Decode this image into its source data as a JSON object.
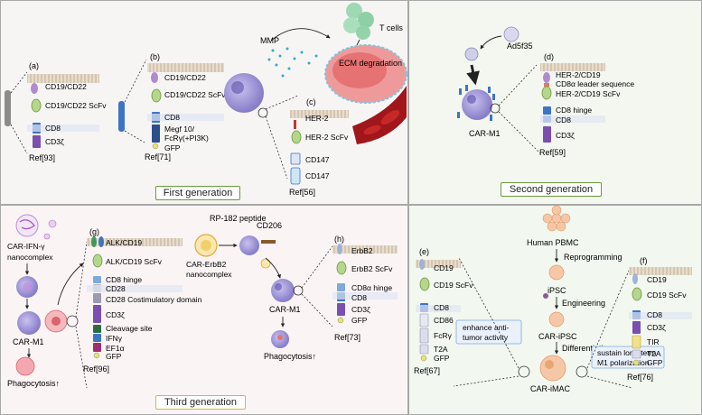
{
  "first": {
    "title": "First generation",
    "a": {
      "tag": "(a)",
      "lines": [
        "CD19/CD22",
        "CD19/CD22 ScFv",
        "CD8",
        "CD3ζ"
      ],
      "ref": "Ref[93]"
    },
    "b": {
      "tag": "(b)",
      "lines": [
        "CD19/CD22",
        "CD19/CD22 ScFv",
        "CD8",
        "Megf 10/",
        "FcRγ(+PI3K)",
        "GFP"
      ],
      "ref": "Ref[71]"
    },
    "c": {
      "tag": "(c)",
      "lines": [
        "HER-2",
        "HER-2 ScFv",
        "CD147",
        "CD147"
      ],
      "ref": "Ref[56]"
    },
    "mmp": "MMP",
    "tcells": "T cells",
    "ecm": "ECM degradation"
  },
  "second": {
    "title": "Second generation",
    "ad": "Ad5f35",
    "cell": "CAR-M1",
    "d": {
      "tag": "(d)",
      "lines": [
        "HER-2/CD19",
        "CD8α leader sequence",
        "HER-2/CD19 ScFv",
        "CD8 hinge",
        "CD8",
        "CD3ζ"
      ],
      "ref": "Ref[59]"
    }
  },
  "third": {
    "title": "Third generation",
    "nano": [
      "CAR-IFN-γ",
      "nanocomplex"
    ],
    "carm1": "CAR-M1",
    "phago": "Phagocytosis↑",
    "g": {
      "tag": "(g)",
      "lines": [
        "ALK/CD19",
        "ALK/CD19 ScFv",
        "CD8 hinge",
        "CD28",
        "CD28 Costimulatory domain",
        "CD3ζ",
        "Cleavage site",
        "IFNγ",
        "EF1α",
        "GFP"
      ],
      "ref": "Ref[96]"
    },
    "peptide": "RP-182 peptide",
    "cd206": "CD206",
    "erb": [
      "CAR-ErbB2",
      "nanocomplex"
    ],
    "carm1b": "CAR-M1",
    "phago2": "Phagocytosis↑",
    "h": {
      "tag": "(h)",
      "lines": [
        "ErbB2",
        "ErbB2 ScFv",
        "CD8α hinge",
        "CD8",
        "CD3ζ",
        "GFP"
      ],
      "ref": "Ref[73]"
    }
  },
  "fourth": {
    "pbmc": "Human PBMC",
    "reprog": "Reprogramming",
    "ipsc": "iPSC",
    "eng": "Engineering",
    "caripsc": "CAR-iPSC",
    "diff": "Differentiation",
    "carimac": "CAR-iMAC",
    "enhance": [
      "enhance anti-",
      "tumor activity"
    ],
    "sustain": [
      "sustain long-term",
      "M1 polarization"
    ],
    "e": {
      "tag": "(e)",
      "lines": [
        "CD19",
        "CD19 ScFv",
        "CD8",
        "CD86",
        "FcRγ",
        "T2A",
        "GFP"
      ],
      "ref": "Ref[67]"
    },
    "f": {
      "tag": "(f)",
      "lines": [
        "CD19",
        "CD19 ScFv",
        "CD8",
        "CD3ζ",
        "TIR",
        "T2A",
        "GFP"
      ],
      "ref": "Ref[76]"
    }
  },
  "colors": {
    "blue": "#3d74c4",
    "purple": "#7a4fb0",
    "green": "#8fbf5a",
    "tan": "#cbb8a0",
    "cell": "#9a8fd0"
  }
}
